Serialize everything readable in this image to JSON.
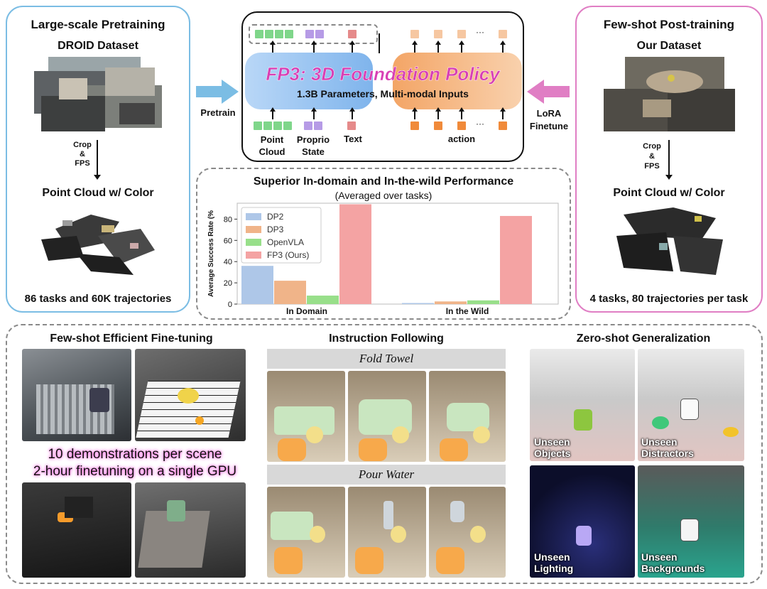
{
  "left_panel": {
    "title": "Large-scale Pretraining",
    "dataset": "DROID Dataset",
    "step_line1": "Crop",
    "step_line2": "&",
    "step_line3": "FPS",
    "point_cloud": "Point Cloud w/ Color",
    "summary": "86 tasks and 60K trajectories"
  },
  "right_panel": {
    "title": "Few-shot Post-training",
    "dataset": "Our Dataset",
    "step_line1": "Crop",
    "step_line2": "&",
    "step_line3": "FPS",
    "point_cloud": "Point Cloud w/ Color",
    "summary": "4 tasks, 80 trajectories per task"
  },
  "center": {
    "pretrain_label": "Pretrain",
    "lora_line1": "LoRA",
    "lora_line2": "Finetune",
    "model_title": "FP3: 3D Foundation Policy",
    "model_subtitle": "1.3B Parameters, Multi-modal Inputs",
    "input_point_line1": "Point",
    "input_point_line2": "Cloud",
    "input_proprio_line1": "Proprio",
    "input_proprio_line2": "State",
    "input_text": "Text",
    "input_action": "action",
    "ellipsis": "···"
  },
  "colors": {
    "left_border": "#7bbde4",
    "right_border": "#e07ec4",
    "blue_box": "#7fb4ec",
    "orange_box": "#f3a566",
    "pink_title": "#d83fb4",
    "green_token": "#7fd68a",
    "purple_token": "#b69be6",
    "red_token": "#e58a8a",
    "orange_token": "#f08a3a",
    "light_orange_token": "#f6c7a1"
  },
  "chart_data": {
    "type": "bar",
    "title": "Superior In-domain and In-the-wild Performance",
    "subtitle": "(Averaged over tasks)",
    "ylabel": "Average Success Rate (%",
    "xlabel": "",
    "categories": [
      "In Domain",
      "In the Wild"
    ],
    "ylim": [
      0,
      95
    ],
    "yticks": [
      0,
      20,
      40,
      60,
      80
    ],
    "legend_position": "top-left",
    "series": [
      {
        "name": "DP2",
        "values": [
          36,
          1
        ],
        "color": "#aec7e8"
      },
      {
        "name": "DP3",
        "values": [
          22,
          2.5
        ],
        "color": "#f0b489"
      },
      {
        "name": "OpenVLA",
        "values": [
          8,
          3.5
        ],
        "color": "#98df8a"
      },
      {
        "name": "FP3 (Ours)",
        "values": [
          94,
          83
        ],
        "color": "#f4a3a3"
      }
    ]
  },
  "bottom": {
    "fewshot_title": "Few-shot Efficient Fine-tuning",
    "fewshot_line1": "10 demonstrations per scene",
    "fewshot_line2": "2-hour finetuning on a single GPU",
    "instruction_title": "Instruction Following",
    "task1": "Fold Towel",
    "task2": "Pour Water",
    "zeroshot_title": "Zero-shot Generalization",
    "z1_line1": "Unseen",
    "z1_line2": "Objects",
    "z2_line1": "Unseen",
    "z2_line2": "Distractors",
    "z3_line1": "Unseen",
    "z3_line2": "Lighting",
    "z4_line1": "Unseen",
    "z4_line2": "Backgrounds"
  }
}
